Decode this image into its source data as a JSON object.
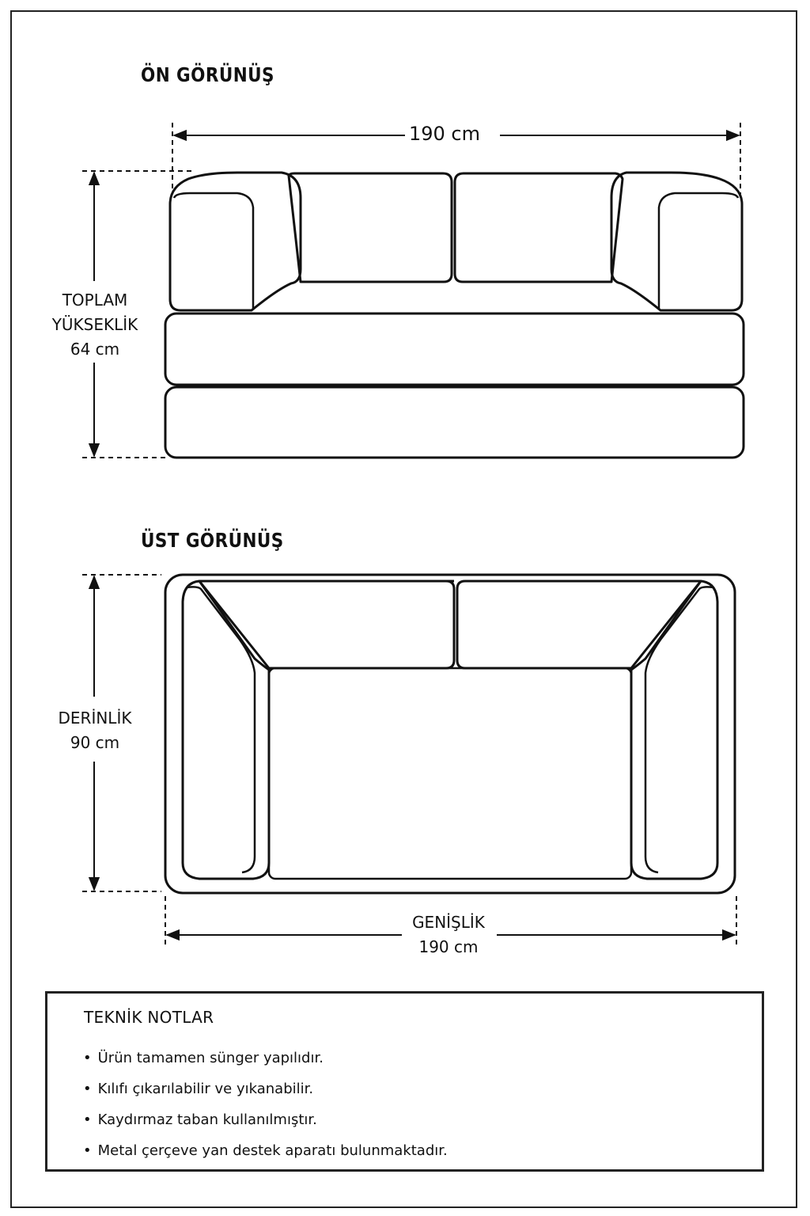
{
  "front_view": {
    "title": "ÖN GÖRÜNÜŞ",
    "width_label": "190 cm",
    "height_label": [
      "TOPLAM",
      "YÜKSEKLİK",
      "64 cm"
    ]
  },
  "top_view": {
    "title": "ÜST GÖRÜNÜŞ",
    "depth_label": [
      "DERİNLİK",
      "90 cm"
    ],
    "width_label": [
      "GENİŞLİK",
      "190 cm"
    ]
  },
  "notes": {
    "title": "TEKNİK NOTLAR",
    "items": [
      "Ürün tamamen sünger yapılıdır.",
      "Kılıfı çıkarılabilir ve yıkanabilir.",
      "Kaydırmaz taban kullanılmıştır.",
      "Metal çerçeve yan destek aparatı bulunmaktadır."
    ]
  }
}
